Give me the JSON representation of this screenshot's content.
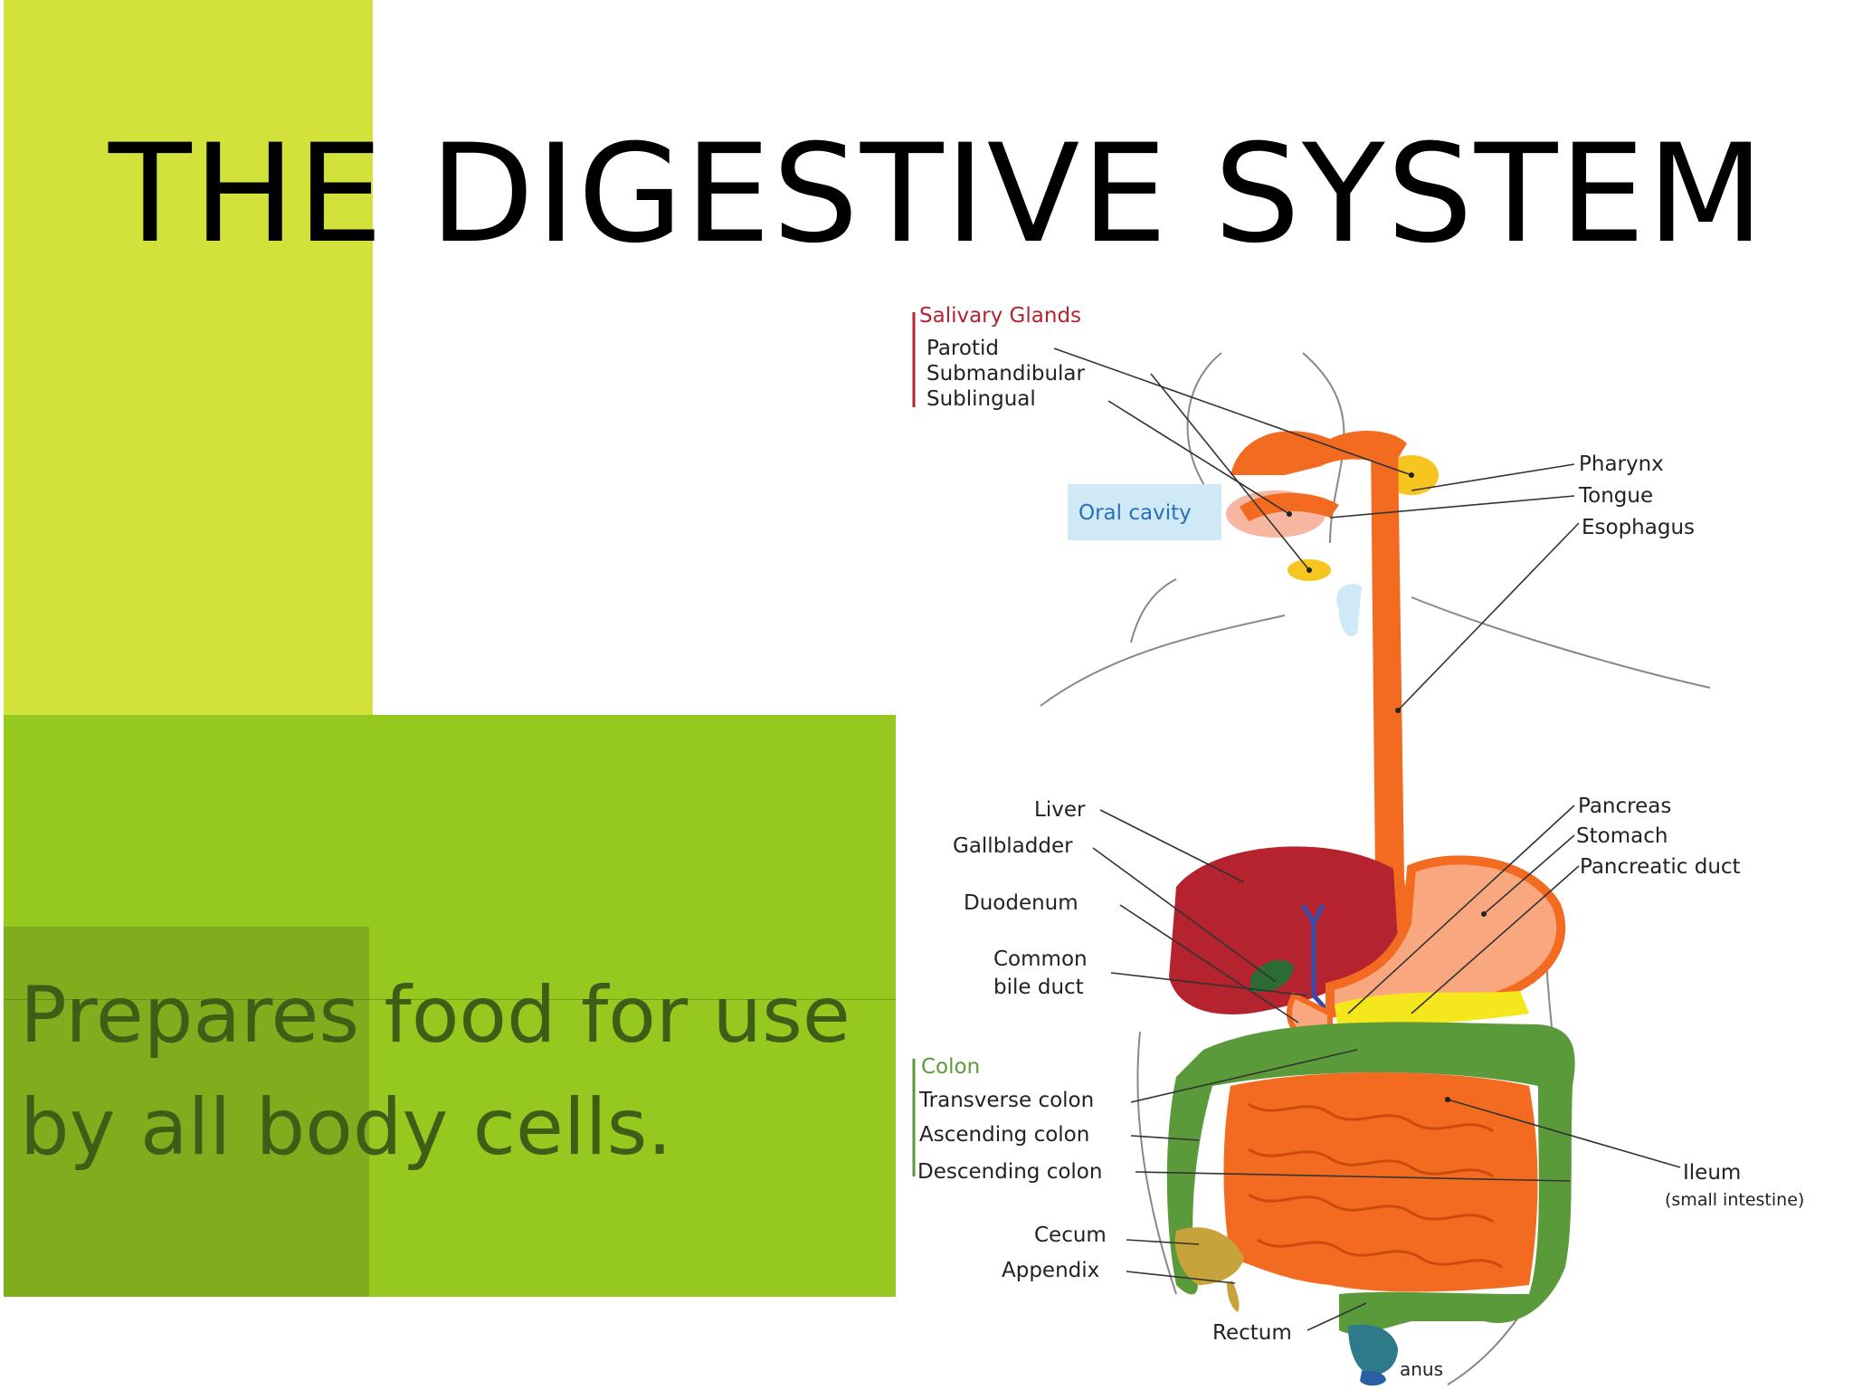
{
  "slide": {
    "title": "THE DIGESTIVE SYSTEM",
    "subtitle": "Prepares food for use by all body cells."
  },
  "colors": {
    "yellow_green_bar": "#d3e23a",
    "green_panel": "#95c920",
    "olive_overlay": "#6f9a1c",
    "esophagus": "#f26b21",
    "liver": "#b5232f",
    "colon": "#5a9a3a",
    "pancreas": "#f4e81c"
  },
  "diagram": {
    "salivary_group": "Salivary Glands",
    "salivary": [
      "Parotid",
      "Submandibular",
      "Sublingual"
    ],
    "oral_cavity": "Oral cavity",
    "pharynx": "Pharynx",
    "tongue": "Tongue",
    "esophagus": "Esophagus",
    "liver": "Liver",
    "gallbladder": "Gallbladder",
    "duodenum": "Duodenum",
    "common_bile_duct": [
      "Common",
      "bile duct"
    ],
    "pancreas": "Pancreas",
    "stomach": "Stomach",
    "pancreatic_duct": "Pancreatic duct",
    "colon_group": "Colon",
    "transverse_colon": "Transverse colon",
    "ascending_colon": "Ascending colon",
    "descending_colon": "Descending colon",
    "cecum": "Cecum",
    "appendix": "Appendix",
    "ileum": "Ileum",
    "ileum_note": "(small intestine)",
    "rectum": "Rectum",
    "anus": "anus"
  }
}
